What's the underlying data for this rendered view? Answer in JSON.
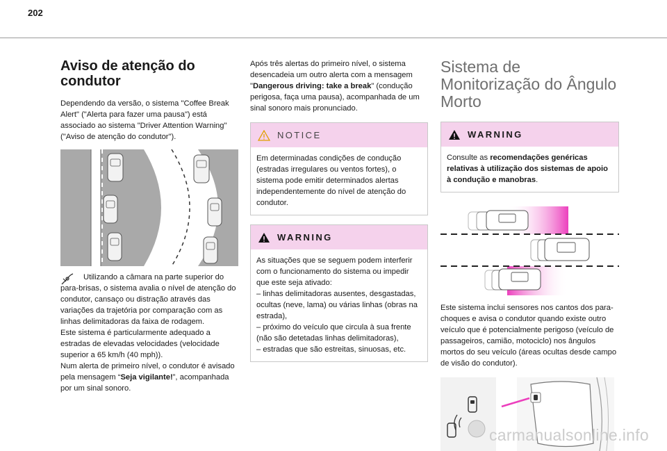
{
  "page": {
    "number": "202",
    "watermark": "carmanualsonline.info"
  },
  "driver_attention": {
    "title": "Aviso de atenção do condutor",
    "intro": "Dependendo da versão, o sistema \"Coffee Break Alert\" (\"Alerta para fazer uma pausa\") está associado ao sistema \"Driver Attention Warning\" (\"Aviso de atenção do condutor\").",
    "camera_text": "Utilizando a câmara na parte superior do para-brisas, o sistema avalia o nível de atenção do condutor, cansaço ou distração através das variações da trajetória por comparação com as linhas delimitadoras da faixa de rodagem.",
    "suited_text": "Este sistema é particularmente adequado a estradas de elevadas velocidades (velocidade superior a 65 km/h (40 mph)).",
    "first_alert_prefix": "Num alerta de primeiro nível, o condutor é avisado pela mensagem “",
    "first_alert_bold": "Seja vigilante!",
    "first_alert_suffix": "”, acompanhada por um sinal sonoro.",
    "second_alert_prefix": "Após três alertas do primeiro nível, o sistema desencadeia um outro alerta com a mensagem \"",
    "second_alert_bold": "Dangerous driving: take a break",
    "second_alert_suffix": "\" (condução perigosa, faça uma pausa), acompanhada de um sinal sonoro mais pronunciado."
  },
  "notice": {
    "label": "NOTICE",
    "text": "Em determinadas condições de condução (estradas irregulares ou ventos fortes), o sistema pode emitir determinados alertas independentemente do nível de atenção do condutor."
  },
  "warning1": {
    "label": "WARNING",
    "intro": "As situações que se seguem podem interferir com o funcionamento do sistema ou impedir que este seja ativado:",
    "items": [
      "–  linhas delimitadoras ausentes, desgastadas, ocultas (neve, lama) ou várias linhas (obras na estrada),",
      "–  próximo do veículo que circula à sua frente (não são detetadas linhas delimitadoras),",
      "–  estradas que são estreitas, sinuosas, etc."
    ]
  },
  "blind_spot": {
    "title": "Sistema de Monitorização do Ângulo Morto",
    "description": "Este sistema inclui sensores nos cantos dos para-choques e avisa o condutor quando existe outro veículo que é potencialmente perigoso (veículo de passageiros, camião, motociclo) nos ângulos mortos do seu veículo (áreas ocultas desde campo de visão do condutor)."
  },
  "warning2": {
    "label": "WARNING",
    "prefix": "Consulte as ",
    "bold": "recomendações genéricas relativas à utilização dos sistemas de apoio à condução e manobras",
    "suffix": "."
  },
  "colors": {
    "accent_pink": "#f5d2ec",
    "magenta": "#ec3fbd",
    "road_grey": "#a9a9a9",
    "heading_grey": "#6f6f6f"
  },
  "icons": [
    "camera-icon",
    "warning-triangle-icon",
    "notice-triangle-icon"
  ]
}
